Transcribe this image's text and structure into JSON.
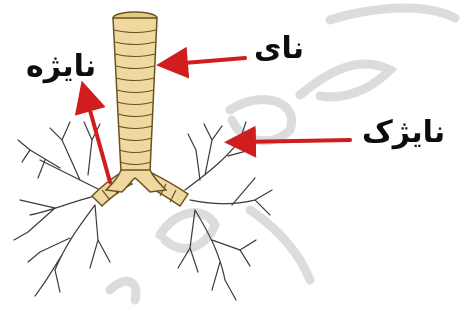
{
  "labels": {
    "trachea": "نای",
    "bronchus": "نایژه",
    "bronchiole": "نایژک"
  },
  "colors": {
    "trachea_fill": "#f0d9a0",
    "trachea_stroke": "#6b5320",
    "arrow": "#d01e1e",
    "branch": "#3a3a3a",
    "watermark": "#d9d9d9"
  },
  "icons": {
    "watermark": "calligraphy-watermark"
  }
}
